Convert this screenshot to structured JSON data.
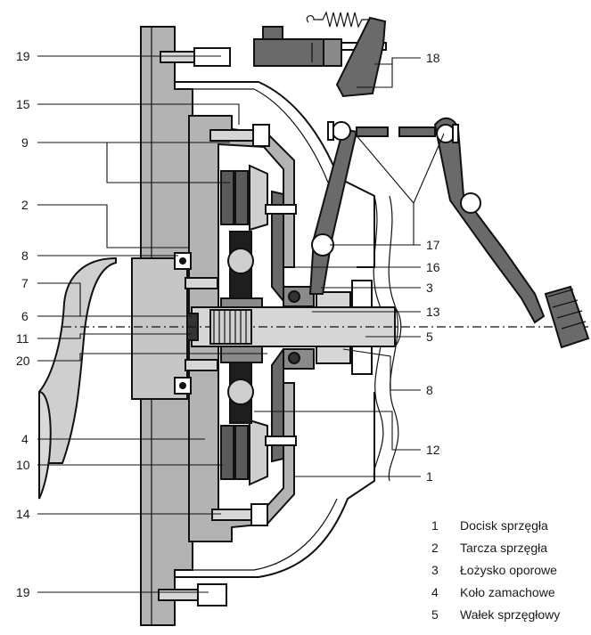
{
  "callouts": {
    "c19a": "19",
    "c15": "15",
    "c9": "9",
    "c2": "2",
    "c8a": "8",
    "c7": "7",
    "c6": "6",
    "c11": "11",
    "c20": "20",
    "c4": "4",
    "c10": "10",
    "c14": "14",
    "c19b": "19",
    "c18": "18",
    "c17": "17",
    "c16": "16",
    "c3": "3",
    "c13": "13",
    "c5": "5",
    "c8b": "8",
    "c12": "12",
    "c1": "1"
  },
  "legend": [
    {
      "num": "1",
      "text": "Docisk sprzęgła"
    },
    {
      "num": "2",
      "text": "Tarcza sprzęgła"
    },
    {
      "num": "3",
      "text": "Łożysko oporowe"
    },
    {
      "num": "4",
      "text": "Koło zamachowe"
    },
    {
      "num": "5",
      "text": "Wałek sprzęgłowy"
    }
  ],
  "colors": {
    "metal": "#b3b3b3",
    "dark": "#444444",
    "friction": "#5a5a5a",
    "line": "#111111",
    "background": "#ffffff"
  }
}
